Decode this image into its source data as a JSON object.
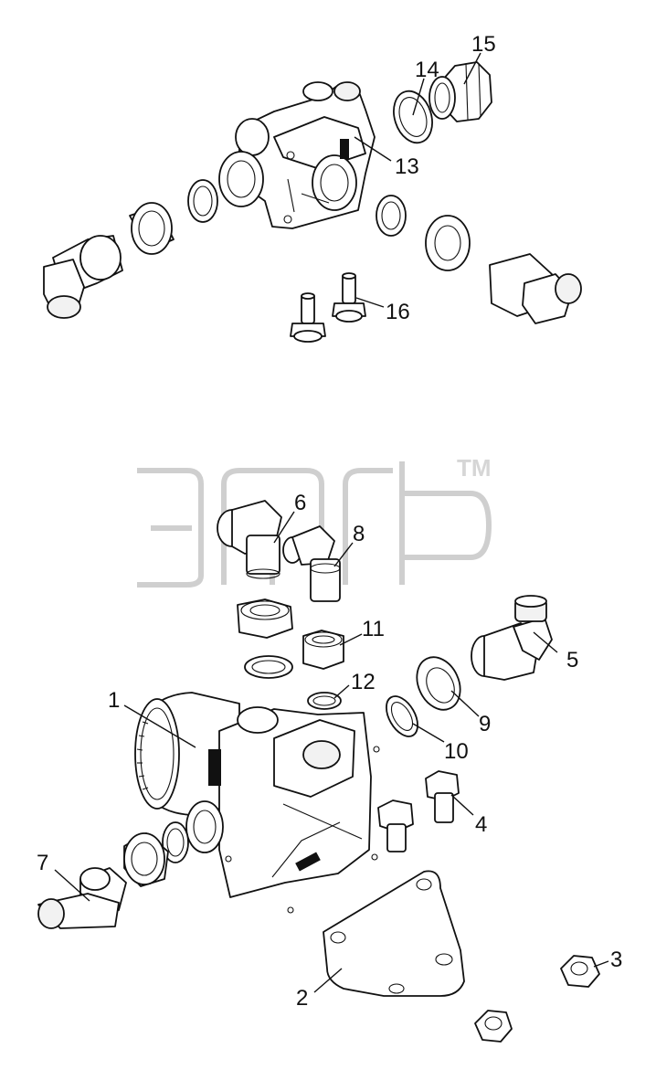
{
  "watermark": {
    "mark": "TM"
  },
  "callouts": [
    {
      "id": "c15",
      "text": "15"
    },
    {
      "id": "c14",
      "text": "14"
    },
    {
      "id": "c13",
      "text": "13"
    },
    {
      "id": "c16",
      "text": "16"
    },
    {
      "id": "c6",
      "text": "6"
    },
    {
      "id": "c8",
      "text": "8"
    },
    {
      "id": "c11",
      "text": "11"
    },
    {
      "id": "c12",
      "text": "12"
    },
    {
      "id": "c5",
      "text": "5"
    },
    {
      "id": "c1",
      "text": "1"
    },
    {
      "id": "c9",
      "text": "9"
    },
    {
      "id": "c10",
      "text": "10"
    },
    {
      "id": "c4",
      "text": "4"
    },
    {
      "id": "c7",
      "text": "7"
    },
    {
      "id": "c3",
      "text": "3"
    },
    {
      "id": "c2",
      "text": "2"
    }
  ]
}
